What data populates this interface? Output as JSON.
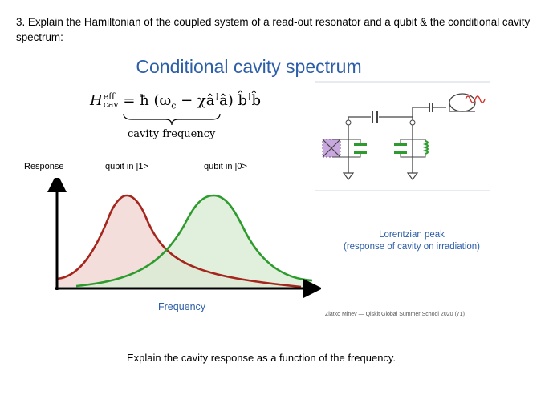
{
  "question": "3. Explain the Hamiltonian of the coupled system of a read-out resonator and a qubit  & the conditional cavity spectrum:",
  "slide": {
    "title": "Conditional cavity spectrum",
    "equation": {
      "lhs_main": "H",
      "lhs_sup": "eff",
      "lhs_sub": "cav",
      "rhs": "= ħ (ω",
      "rhs_c": "c",
      "rhs_mid": " − χâ",
      "rhs_dag": "†",
      "rhs_end": "â) b̂",
      "rhs_dag2": "†",
      "rhs_b": "b̂"
    },
    "brace_label": "cavity frequency",
    "axis_label_y": "Response",
    "curve_label_1": "qubit in |1>",
    "curve_label_0": "qubit in |0>",
    "axis_label_x": "Frequency",
    "annotation_line1": "Lorentzian peak",
    "annotation_line2": "(response of cavity on irradiation)",
    "credit": "Zlatko Minev — Qiskit Global Summer School 2020  (71)"
  },
  "prompt": "Explain the cavity response as a function of the frequency.",
  "colors": {
    "accent": "#2d5ea8",
    "curve_qubit1": "#a5261d",
    "curve_qubit0": "#2e9b2e"
  }
}
